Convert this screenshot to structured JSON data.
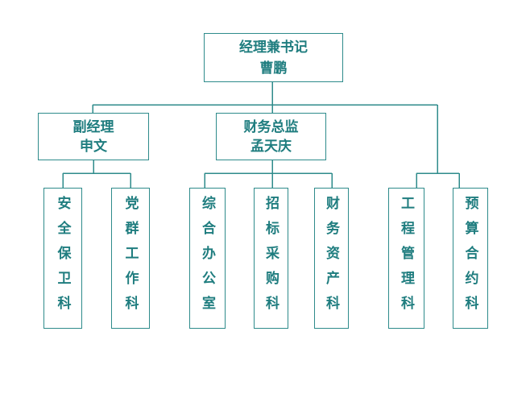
{
  "colors": {
    "line": "#2e8b8b",
    "text": "#1f7d7f"
  },
  "org": {
    "root": {
      "title": "经理兼书记",
      "name": "曹鹏",
      "departments": [
        "工程管理科",
        "预算合约科"
      ]
    },
    "managers": [
      {
        "title": "副经理",
        "name": "申文",
        "departments": [
          "安全保卫科",
          "党群工作科"
        ]
      },
      {
        "title": "财务总监",
        "name": "孟天庆",
        "departments": [
          "综合办公室",
          "招标采购科",
          "财务资产科"
        ]
      }
    ]
  }
}
